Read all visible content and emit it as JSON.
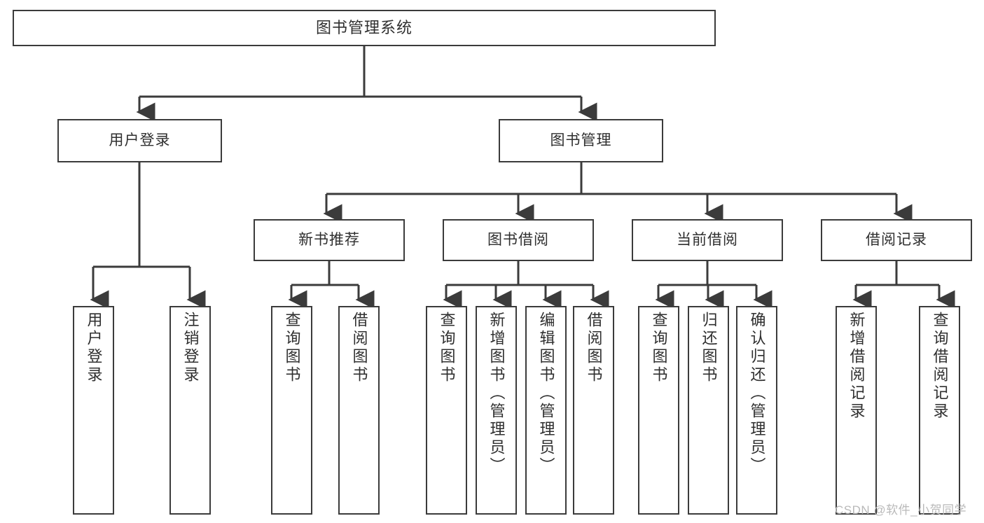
{
  "diagram": {
    "type": "tree-hierarchy",
    "title": "图书管理系统",
    "root": {
      "label": "图书管理系统"
    },
    "level2": [
      {
        "label": "用户登录"
      },
      {
        "label": "图书管理"
      }
    ],
    "level3": [
      {
        "label": "新书推荐"
      },
      {
        "label": "图书借阅"
      },
      {
        "label": "当前借阅"
      },
      {
        "label": "借阅记录"
      }
    ],
    "leaves": {
      "user_login": [
        {
          "label": "用户登录"
        },
        {
          "label": "注销登录"
        }
      ],
      "new_book_recommend": [
        {
          "label": "查询图书"
        },
        {
          "label": "借阅图书"
        }
      ],
      "book_borrow": [
        {
          "label": "查询图书"
        },
        {
          "label": "新增图书（管理员）"
        },
        {
          "label": "编辑图书（管理员）"
        },
        {
          "label": "借阅图书"
        }
      ],
      "current_borrow": [
        {
          "label": "查询图书"
        },
        {
          "label": "归还图书"
        },
        {
          "label": "确认归还（管理员）"
        }
      ],
      "borrow_record": [
        {
          "label": "新增借阅记录"
        },
        {
          "label": "查询借阅记录"
        }
      ]
    }
  },
  "watermark": {
    "text": "CSDN @软件_小贺同学"
  },
  "colors": {
    "box_border": "#3b3b3b",
    "text": "#2f2f2f",
    "connector": "#3b3b3b",
    "background": "#ffffff",
    "watermark": "#b9b9b9"
  }
}
